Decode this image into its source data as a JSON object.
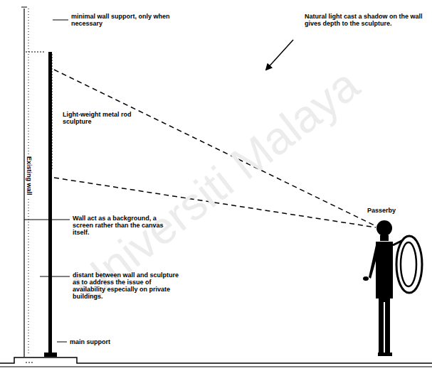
{
  "diagram": {
    "labels": [
      "minimal wall support, only when necessary",
      "Natural light cast a shadow on the wall gives depth to the sculpture.",
      "Light-weight metal rod sculpture",
      "Existing wall",
      "Wall act as a background, a screen rather than the canvas itself.",
      "distant between wall and sculpture as to address the issue of availability especially on private buildings.",
      "main support",
      "Passerby",
      "Universiti Malaya"
    ]
  }
}
